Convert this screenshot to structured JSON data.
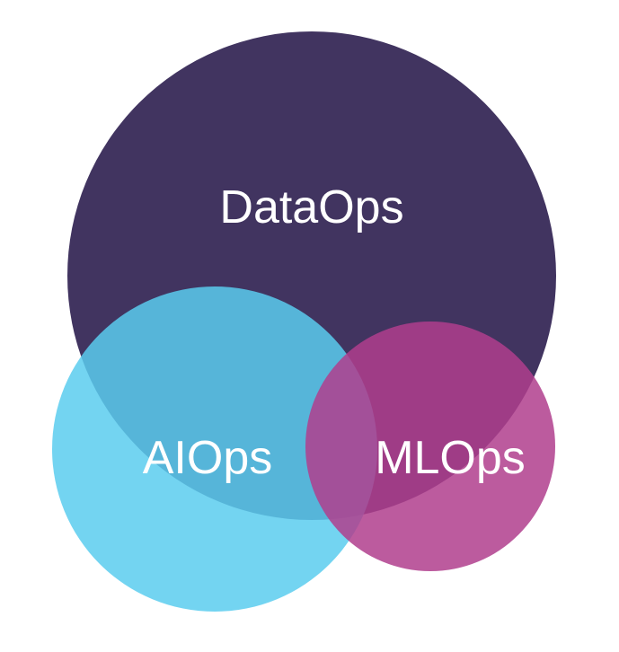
{
  "diagram": {
    "type": "venn",
    "sets": [
      {
        "key": "dataops",
        "label": "DataOps",
        "color": "#413460",
        "opacity": 1.0
      },
      {
        "key": "aiops",
        "label": "AIOps",
        "color": "#5bcdef",
        "opacity": 0.85
      },
      {
        "key": "mlops",
        "label": "MLOps",
        "color": "#b03e8d",
        "opacity": 0.85
      }
    ]
  }
}
